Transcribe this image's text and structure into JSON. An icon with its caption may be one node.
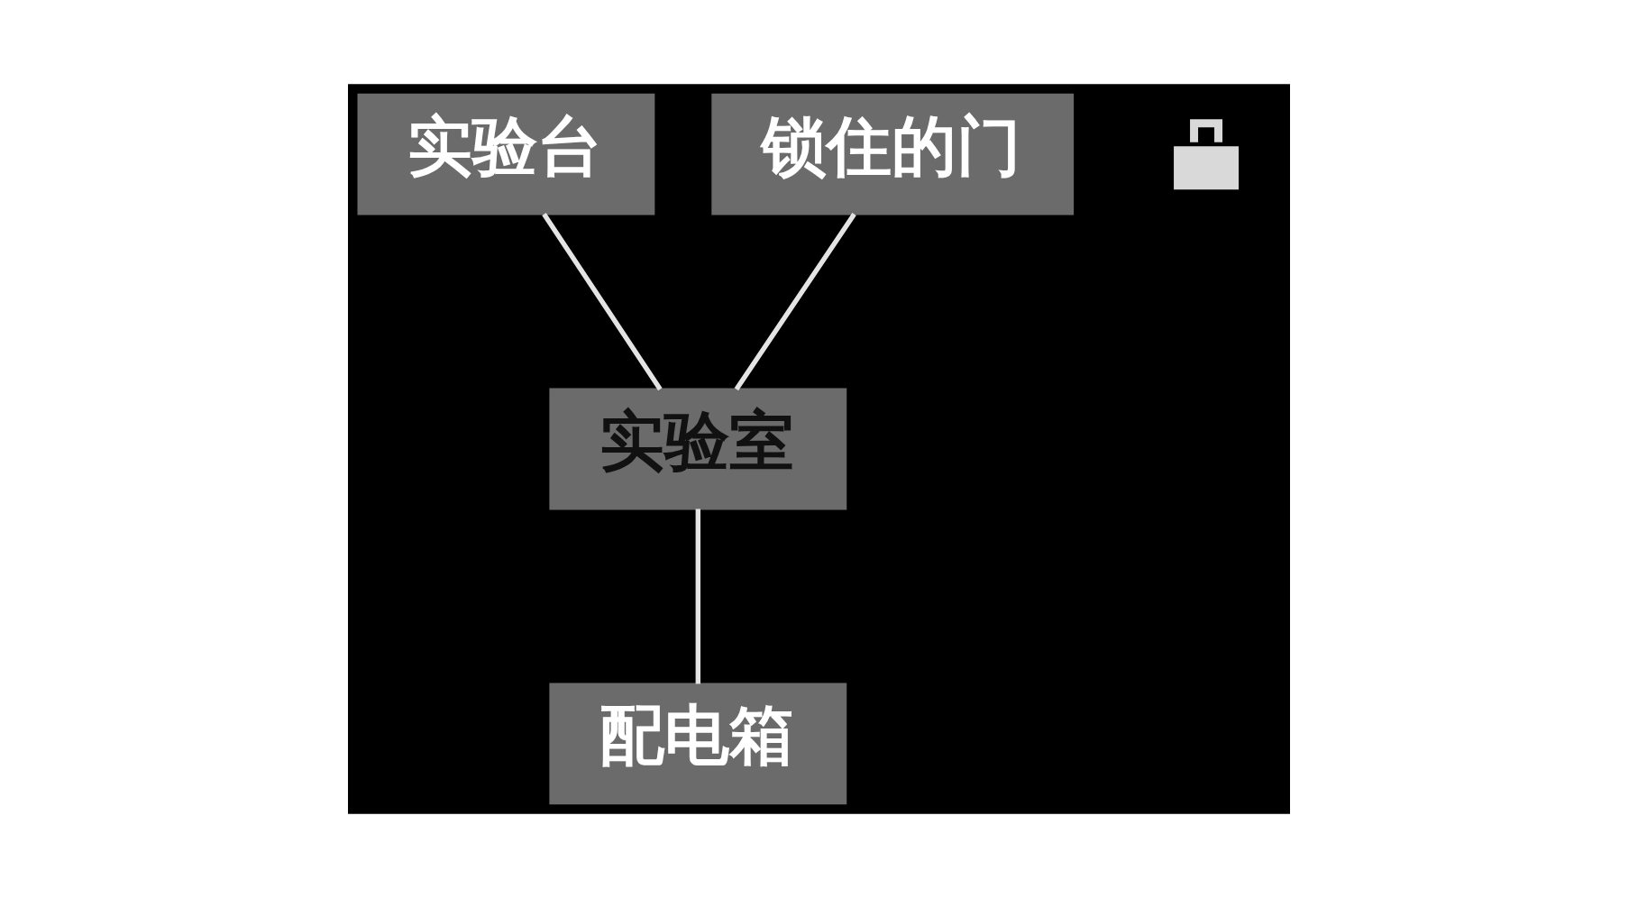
{
  "diagram": {
    "nodes": [
      {
        "text": [
          "实验台"
        ]
      },
      {
        "text": [
          "锁住的门"
        ]
      },
      {
        "text": [
          "实验室"
        ]
      },
      {
        "text": [
          "配电箱"
        ]
      },
      {
        "text": [],
        "shape": "lock"
      }
    ],
    "edges": [
      {
        "from": 0,
        "to": 2,
        "arrow": "none"
      },
      {
        "from": 1,
        "to": 2,
        "arrow": "none"
      },
      {
        "from": 2,
        "to": 3,
        "arrow": "none"
      }
    ]
  }
}
